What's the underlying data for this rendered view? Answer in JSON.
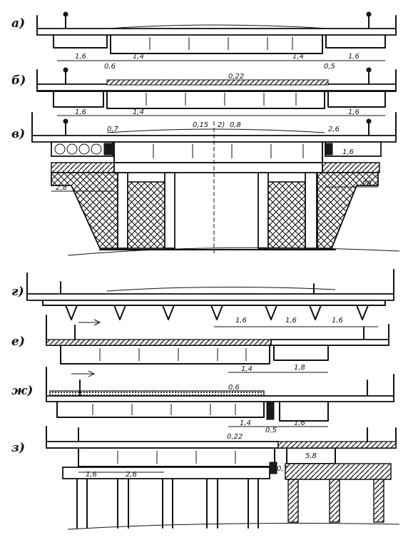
{
  "rows": [
    {
      "id": "a",
      "label": "а)",
      "dims": [
        "1,6",
        "1,4",
        "0,6",
        "1,4",
        "0,5",
        "1,6"
      ]
    },
    {
      "id": "b",
      "label": "б)",
      "dims": [
        "0,22",
        "1,6",
        "1,4",
        "1,6"
      ]
    },
    {
      "id": "v",
      "label": "в)",
      "dims": [
        "0,7",
        "0,15",
        "2)",
        "0,8",
        "2,6",
        "1,6",
        "2,8",
        "20"
      ]
    },
    {
      "id": "g",
      "label": "г)",
      "dims": [
        "1,6",
        "1,6",
        "1,6"
      ]
    },
    {
      "id": "d",
      "label": "е)",
      "dims": [
        "1,4",
        "1,8"
      ]
    },
    {
      "id": "zh",
      "label": "ж)",
      "dims": [
        "0,6",
        "1,4",
        "0,5",
        "1,6"
      ]
    },
    {
      "id": "z",
      "label": "з)",
      "dims": [
        "0,22",
        "1,6",
        "2,6",
        "5,8",
        "0,7"
      ]
    }
  ]
}
